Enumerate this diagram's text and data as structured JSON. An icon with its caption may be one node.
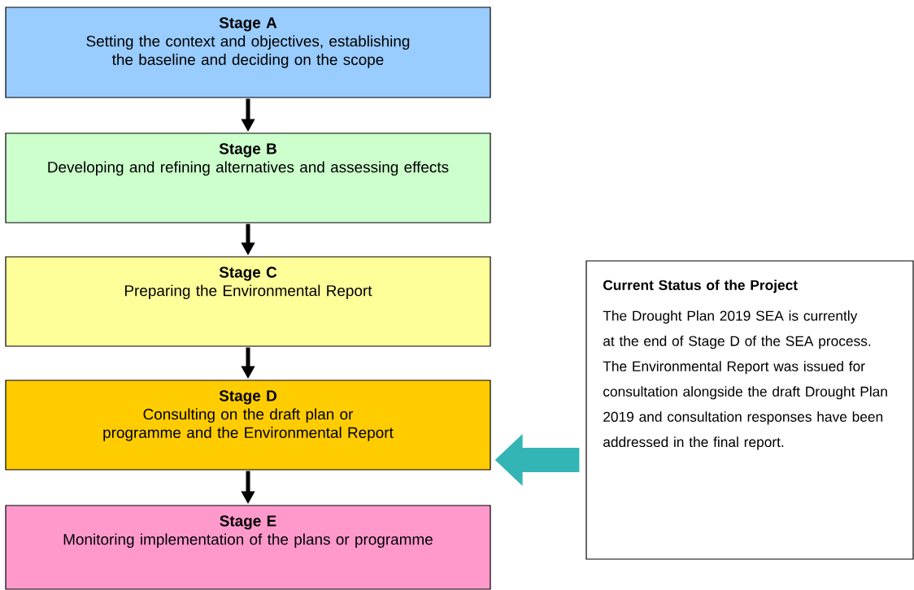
{
  "diagram": {
    "nodes": [
      {
        "text": [
          "Stage A",
          "Setting the context and objectives, establishing the baseline and deciding on the scope"
        ]
      },
      {
        "text": [
          "Stage B",
          "Developing and refining alternatives and assessing effects"
        ]
      },
      {
        "text": [
          "Stage C",
          "Preparing the Environmental Report"
        ]
      },
      {
        "text": [
          "Stage D",
          "Consulting on the draft plan or programme and the Environmental Report"
        ]
      },
      {
        "text": [
          "Stage E",
          "Monitoring implementation of the plans or programme"
        ]
      },
      {
        "text": [
          "Current Status of the Project",
          "The Drought Plan 2019 SEA is currently at the end of Stage D of the SEA process. The Environmental Report was issued for consultation alongside the draft Drought Plan 2019 and consultation responses have been addressed in the final report."
        ]
      }
    ],
    "edges": [
      {
        "from": 0,
        "to": 1,
        "arrow": "to"
      },
      {
        "from": 1,
        "to": 2,
        "arrow": "to"
      },
      {
        "from": 2,
        "to": 3,
        "arrow": "to"
      },
      {
        "from": 3,
        "to": 4,
        "arrow": "to"
      },
      {
        "from": 5,
        "to": 3,
        "arrow": "to",
        "style": "thick",
        "color": "#33b5b5"
      }
    ]
  }
}
